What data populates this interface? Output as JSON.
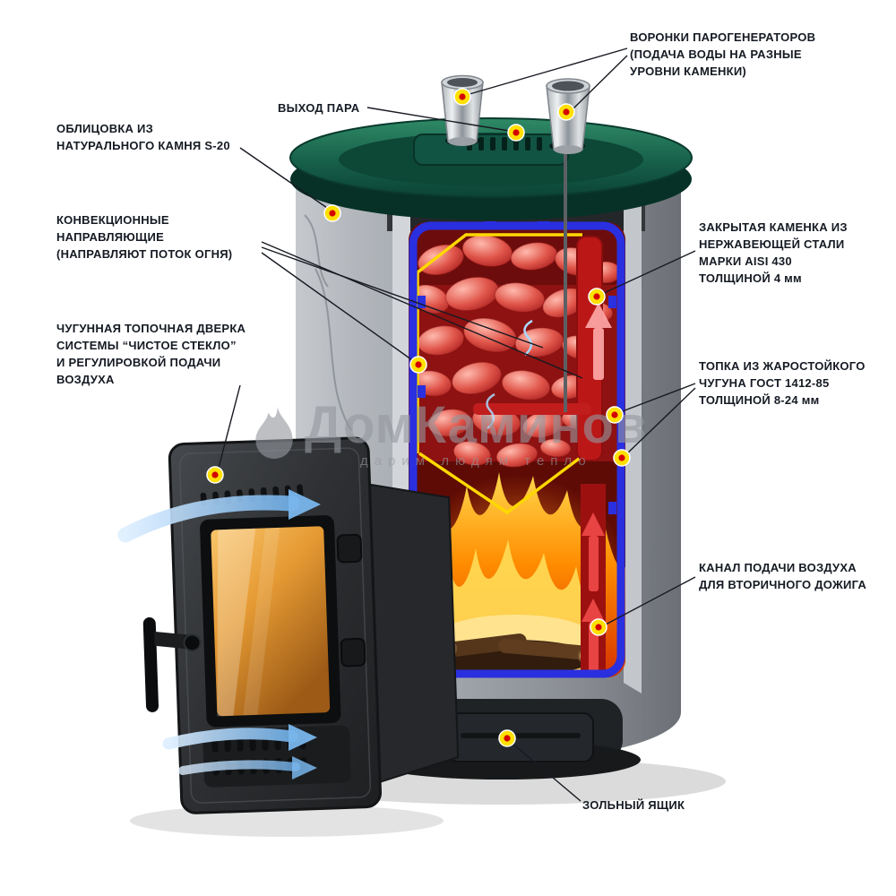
{
  "diagram": {
    "labels": [
      {
        "id": "funnels",
        "text": "ВОРОНКИ ПАРОГЕНЕРАТОРОВ\n(ПОДАЧА ВОДЫ НА РАЗНЫЕ\nУРОВНИ КАМЕНКИ)"
      },
      {
        "id": "steam-outlet",
        "text": "ВЫХОД ПАРА"
      },
      {
        "id": "cladding",
        "text": "ОБЛИЦОВКА ИЗ\nНАТУРАЛЬНОГО КАМНЯ S-20"
      },
      {
        "id": "convection-guides",
        "text": "КОНВЕКЦИОННЫЕ\nНАПРАВЛЯЮЩИЕ\n(НАПРАВЛЯЮТ ПОТОК ОГНЯ)"
      },
      {
        "id": "door",
        "text": "ЧУГУННАЯ ТОПОЧНАЯ ДВЕРКА\nСИСТЕМЫ “ЧИСТОЕ СТЕКЛО”\nИ РЕГУЛИРОВКОЙ ПОДАЧИ\nВОЗДУХА"
      },
      {
        "id": "closed-kamenka",
        "text": "ЗАКРЫТАЯ КАМЕНКА ИЗ\nНЕРЖАВЕЮЩЕЙ СТАЛИ\nМАРКИ AISI 430\nТОЛЩИНОЙ 4 мм"
      },
      {
        "id": "firebox",
        "text": "ТОПКА ИЗ ЖАРОСТОЙКОГО\nЧУГУНА ГОСТ 1412-85\nТОЛЩИНОЙ 8-24 мм"
      },
      {
        "id": "air-channel",
        "text": "КАНАЛ ПОДАЧИ ВОЗДУХА\nДЛЯ ВТОРИЧНОГО ДОЖИГА"
      },
      {
        "id": "ash-box",
        "text": "ЗОЛЬНЫЙ ЯЩИК"
      }
    ],
    "watermark": {
      "title": "ДомКаминов",
      "tagline": "дарим людям тепло"
    },
    "colors": {
      "marker_outer": "#FFE000",
      "marker_inner": "#D40000",
      "callout_line": "#171A21",
      "label_text": "#151A23",
      "top_slab_green": "#0E4A39",
      "steel_lining_blue": "#2A2FE0",
      "stones_red": "#C22A2A",
      "flame_orange": "#FF7A00",
      "glass_amber": "#E89A33",
      "airflow_blue": "#74B3EC"
    }
  }
}
